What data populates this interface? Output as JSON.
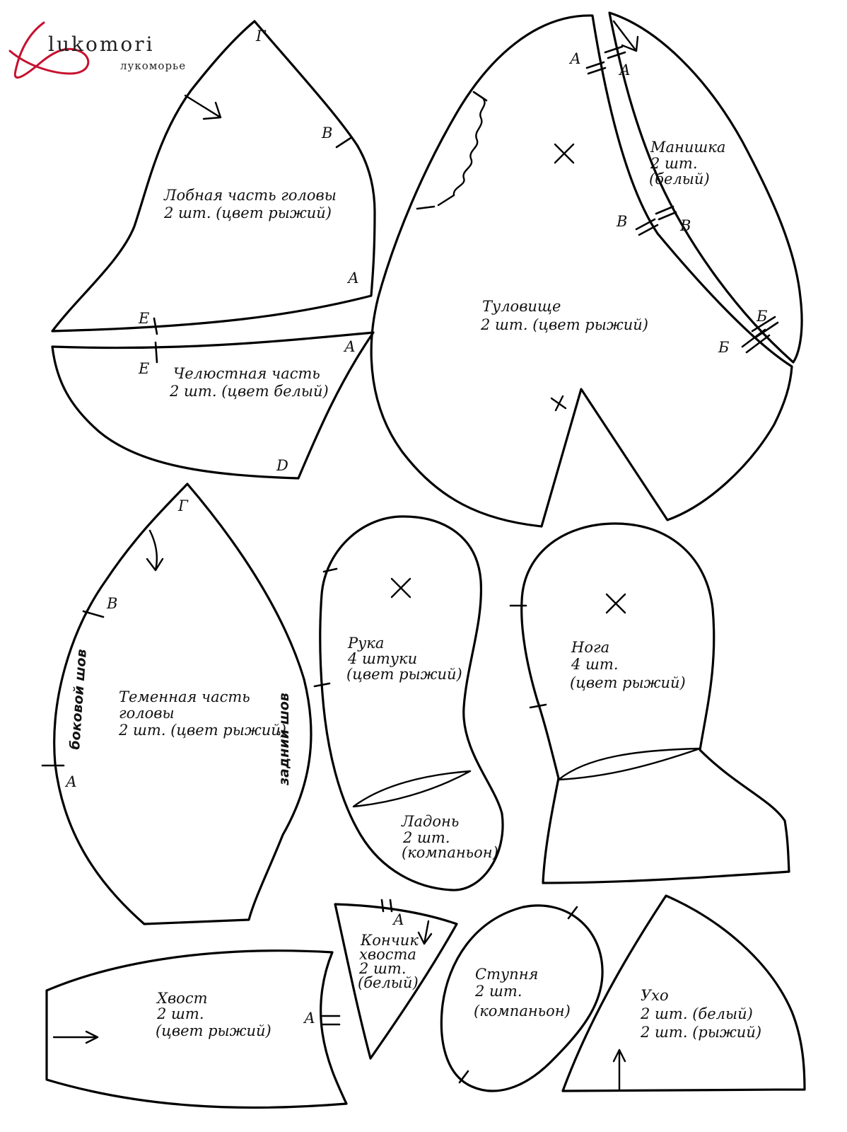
{
  "logo": {
    "brand": "lukomori",
    "sub": "лукоморье",
    "color": "#c8102e"
  },
  "pieces": {
    "forehead": {
      "line1": "Лобная часть головы",
      "line2": "2 шт. (цвет рыжий)"
    },
    "jaw": {
      "line1": "Челюстная часть",
      "line2": "2 шт. (цвет белый)"
    },
    "body": {
      "line1": "Туловище",
      "line2": "2 шт. (цвет рыжий)"
    },
    "bib": {
      "line1": "Манишка",
      "line2": "2 шт.",
      "line3": "(белый)"
    },
    "crown": {
      "line1": "Теменная часть",
      "line2": "головы",
      "line3": "2 шт. (цвет рыжий)"
    },
    "arm": {
      "line1": "Рука",
      "line2": "4 штуки",
      "line3": "(цвет рыжий)"
    },
    "palm": {
      "line1": "Ладонь",
      "line2": "2 шт.",
      "line3": "(компаньон)"
    },
    "leg": {
      "line1": "Нога",
      "line2": "4 шт.",
      "line3": "(цвет рыжий)"
    },
    "tail": {
      "line1": "Хвост",
      "line2": "2 шт.",
      "line3": "(цвет рыжий)"
    },
    "tail_tip": {
      "line1": "Кончик",
      "line2": "хвоста",
      "line3": "2 шт.",
      "line4": "(белый)"
    },
    "foot": {
      "line1": "Ступня",
      "line2": "2 шт.",
      "line3": "(компаньон)"
    },
    "ear": {
      "line1": "Ухо",
      "line2": "2 шт. (белый)",
      "line3": "2 шт. (рыжий)"
    }
  },
  "seams": {
    "side": "боковой шов",
    "back": "задний шов"
  },
  "points": {
    "A": "А",
    "B": "Б",
    "V": "В",
    "G": "Г",
    "D": "D",
    "E": "Е"
  }
}
